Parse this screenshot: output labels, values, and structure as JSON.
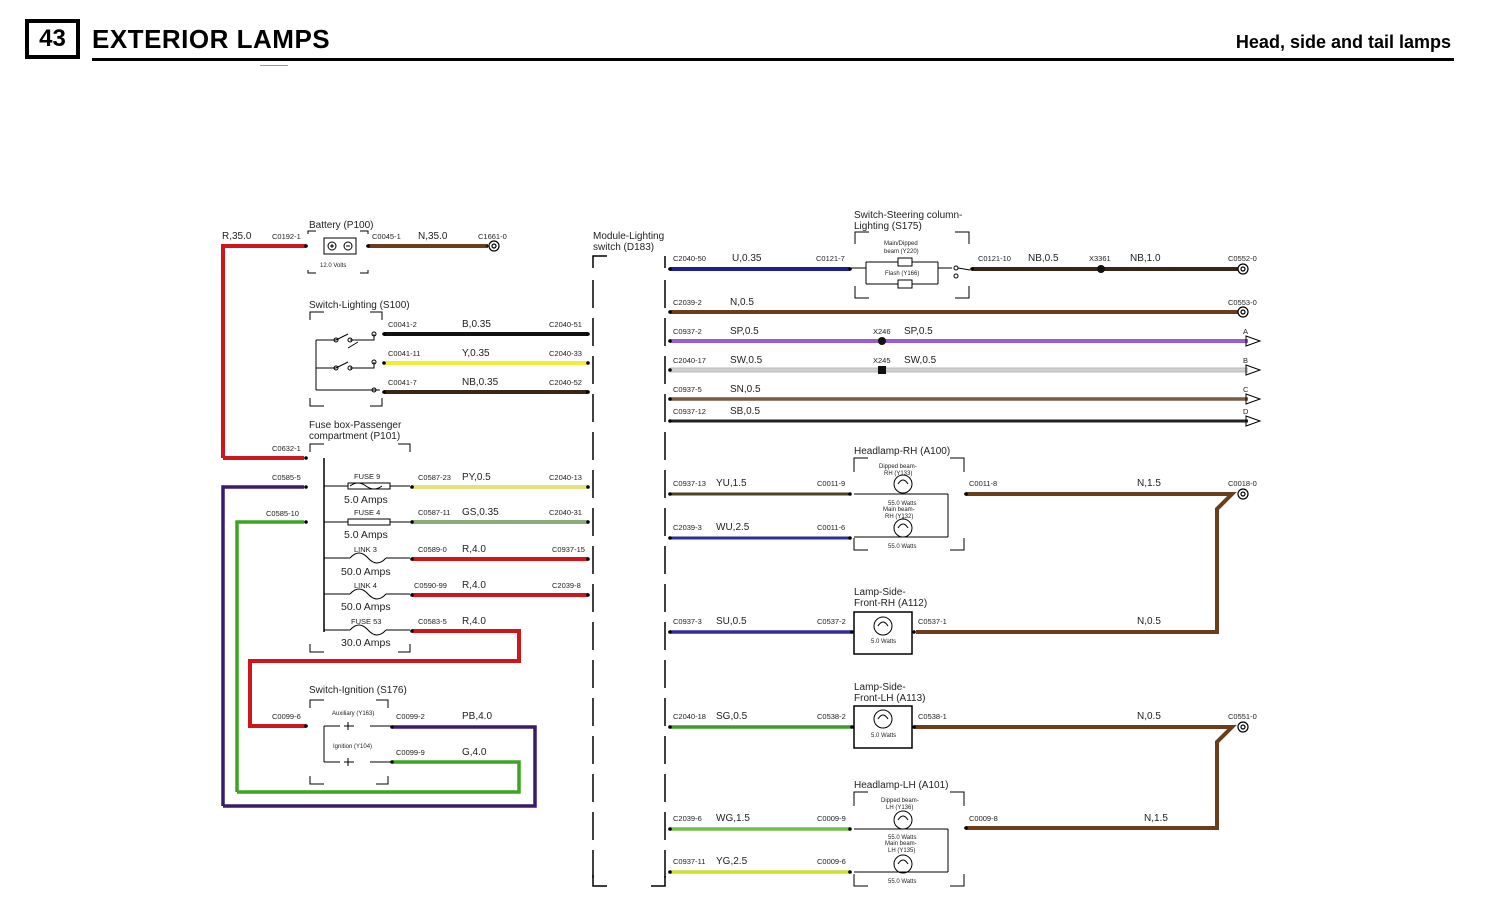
{
  "header": {
    "page_number": "43",
    "title": "EXTERIOR LAMPS",
    "subtitle": "Head, side and tail lamps"
  },
  "colors": {
    "R": "#d0161d",
    "N": "#6b3d1a",
    "U": "#1c1f8f",
    "B": "#111111",
    "Y": "#f2ee35",
    "NB": "#3a2615",
    "SP": "#9b5bd6",
    "SW": "#cfcfcf",
    "SN": "#7a5a40",
    "SB": "#222222",
    "PY": "#e8e07a",
    "GS": "#8bab7a",
    "PB": "#3a1a6a",
    "G": "#3aa61f",
    "YU": "#4b4220",
    "WU": "#2c2f9a",
    "SU": "#2e2f9f",
    "SG": "#3f9a2f",
    "WG": "#6fbf4a",
    "YG": "#c8e02f"
  },
  "components": {
    "battery": {
      "title": "Battery (P100)",
      "rating": "12.0 Volts"
    },
    "switch_lighting": {
      "title": "Switch-Lighting (S100)"
    },
    "fuse_box": {
      "title_line1": "Fuse box-Passenger",
      "title_line2": "compartment (P101)"
    },
    "switch_ignition": {
      "title": "Switch-Ignition (S176)",
      "aux": "Auxiliary (Y163)",
      "ign": "Ignition (Y104)"
    },
    "module": {
      "title_line1": "Module-Lighting",
      "title_line2": "switch (D183)"
    },
    "steering": {
      "title_line1": "Switch-Steering column-",
      "title_line2": "Lighting (S175)",
      "main1": "Main/Dipped",
      "main2": "beam (Y220)",
      "flash": "Flash (Y166)"
    },
    "headlamp_rh": {
      "title": "Headlamp-RH (A100)",
      "dip1": "Dipped beam-",
      "dip2": "RH (Y133)",
      "dip_w": "55.0 Watts",
      "main1": "Main beam-",
      "main2": "RH (Y132)",
      "main_w": "55.0 Watts"
    },
    "side_rh": {
      "title_line1": "Lamp-Side-",
      "title_line2": "Front-RH (A112)",
      "w": "5.0 Watts"
    },
    "side_lh": {
      "title_line1": "Lamp-Side-",
      "title_line2": "Front-LH (A113)",
      "w": "5.0 Watts"
    },
    "headlamp_lh": {
      "title": "Headlamp-LH (A101)",
      "dip1": "Dipped beam-",
      "dip2": "LH (Y136)",
      "dip_w": "55.0 Watts",
      "main1": "Main beam-",
      "main2": "LH (Y135)",
      "main_w": "55.0 Watts"
    }
  },
  "fuses": [
    {
      "name": "FUSE 9",
      "rating": "5.0 Amps"
    },
    {
      "name": "FUSE 4",
      "rating": "5.0 Amps"
    },
    {
      "name": "LINK 3",
      "rating": "50.0 Amps"
    },
    {
      "name": "LINK 4",
      "rating": "50.0 Amps"
    },
    {
      "name": "FUSE 53",
      "rating": "30.0 Amps"
    }
  ],
  "wires": {
    "r35": "R,35.0",
    "n35": "N,35.0",
    "b035": "B,0.35",
    "y035": "Y,0.35",
    "nb035": "NB,0.35",
    "py05": "PY,0.5",
    "gs035": "GS,0.35",
    "r4a": "R,4.0",
    "r4b": "R,4.0",
    "r4c": "R,4.0",
    "pb4": "PB,4.0",
    "g4": "G,4.0",
    "u035": "U,0.35",
    "nb05": "NB,0.5",
    "nb10": "NB,1.0",
    "n05": "N,0.5",
    "sp05a": "SP,0.5",
    "sp05b": "SP,0.5",
    "sw05a": "SW,0.5",
    "sw05b": "SW,0.5",
    "sn05": "SN,0.5",
    "sb05": "SB,0.5",
    "yu15": "YU,1.5",
    "wu25": "WU,2.5",
    "n15a": "N,1.5",
    "su05": "SU,0.5",
    "n05b": "N,0.5",
    "sg05": "SG,0.5",
    "n05c": "N,0.5",
    "wg15": "WG,1.5",
    "yg25": "YG,2.5",
    "n15b": "N,1.5"
  },
  "connectors": {
    "c0192": "C0192-1",
    "c0045": "C0045-1",
    "c1661": "C1661-0",
    "c0041_2": "C0041-2",
    "c2040_51": "C2040-51",
    "c0041_11": "C0041-11",
    "c2040_33": "C2040-33",
    "c0041_7": "C0041-7",
    "c2040_52": "C2040-52",
    "c0632": "C0632-1",
    "c0585_5": "C0585-5",
    "c0585_10": "C0585-10",
    "c0587_23": "C0587-23",
    "c2040_13": "C2040-13",
    "c0587_11": "C0587-11",
    "c2040_31": "C2040-31",
    "c0589": "C0589-0",
    "c0937_15": "C0937-15",
    "c0590": "C0590-99",
    "c2039_8": "C2039-8",
    "c0583": "C0583-5",
    "c0099_6": "C0099-6",
    "c0099_2": "C0099-2",
    "c0099_9": "C0099-9",
    "c2040_50": "C2040-50",
    "c0121_7": "C0121-7",
    "c0121_10": "C0121-10",
    "x3361": "X3361",
    "c0552": "C0552-0",
    "c2039_2": "C2039-2",
    "c0553": "C0553-0",
    "c0937_2": "C0937-2",
    "x246": "X246",
    "c2040_17": "C2040-17",
    "x245": "X245",
    "c0937_5": "C0937-5",
    "c0937_12": "C0937-12",
    "ta": "A",
    "tb": "B",
    "tc": "C",
    "td": "D",
    "c0937_13": "C0937-13",
    "c0011_9": "C0011-9",
    "c0011_8": "C0011-8",
    "c0018": "C0018-0",
    "c2039_3": "C2039-3",
    "c0011_6": "C0011-6",
    "c0937_3": "C0937-3",
    "c0537_2": "C0537-2",
    "c0537_1": "C0537-1",
    "c2040_18": "C2040-18",
    "c0538_2": "C0538-2",
    "c0538_1": "C0538-1",
    "c0551": "C0551-0",
    "c2039_6": "C2039-6",
    "c0009_9": "C0009-9",
    "c0009_8": "C0009-8",
    "c0937_11": "C0937-11",
    "c0009_6": "C0009-6"
  }
}
